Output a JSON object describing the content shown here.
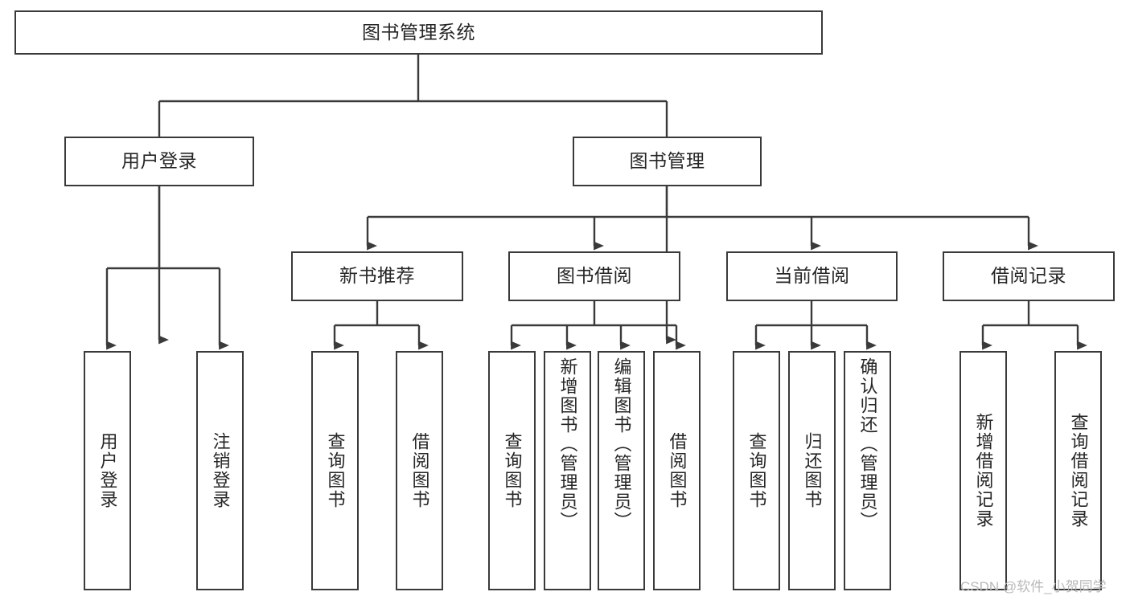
{
  "diagram": {
    "type": "tree",
    "title": "图书管理系统",
    "orientation": "top-down",
    "colors": {
      "border": "#3a3a3a",
      "text": "#262626",
      "background": "#ffffff",
      "connector": "#3a3a3a",
      "watermark": "#b9b9b9"
    },
    "nodes": {
      "root": {
        "label": "图书管理系统"
      },
      "level2": [
        {
          "id": "user-login",
          "label": "用户登录"
        },
        {
          "id": "book-management",
          "label": "图书管理"
        }
      ],
      "level3": [
        {
          "id": "new-book-recommend",
          "label": "新书推荐"
        },
        {
          "id": "book-borrow",
          "label": "图书借阅"
        },
        {
          "id": "current-borrow",
          "label": "当前借阅"
        },
        {
          "id": "borrow-record",
          "label": "借阅记录"
        }
      ],
      "leaves": {
        "user_login": [
          {
            "id": "leaf-user-login",
            "label": "用户登录"
          },
          {
            "id": "leaf-logout-login",
            "label": "注销登录"
          }
        ],
        "new_book_recommend": [
          {
            "id": "leaf-query-book-1",
            "label": "查询图书"
          },
          {
            "id": "leaf-borrow-book-1",
            "label": "借阅图书"
          }
        ],
        "book_borrow": [
          {
            "id": "leaf-query-book-2",
            "label": "查询图书"
          },
          {
            "id": "leaf-add-book",
            "label": "新增图书（管理员）"
          },
          {
            "id": "leaf-edit-book",
            "label": "编辑图书（管理员）"
          },
          {
            "id": "leaf-borrow-book-2",
            "label": "借阅图书"
          }
        ],
        "current_borrow": [
          {
            "id": "leaf-query-book-3",
            "label": "查询图书"
          },
          {
            "id": "leaf-return-book",
            "label": "归还图书"
          },
          {
            "id": "leaf-confirm-return",
            "label": "确认归还（管理员）"
          }
        ],
        "borrow_record": [
          {
            "id": "leaf-add-borrow-record",
            "label": "新增借阅记录"
          },
          {
            "id": "leaf-query-borrow-record",
            "label": "查询借阅记录"
          }
        ]
      }
    },
    "watermark": "CSDN @软件_小贺同学"
  }
}
